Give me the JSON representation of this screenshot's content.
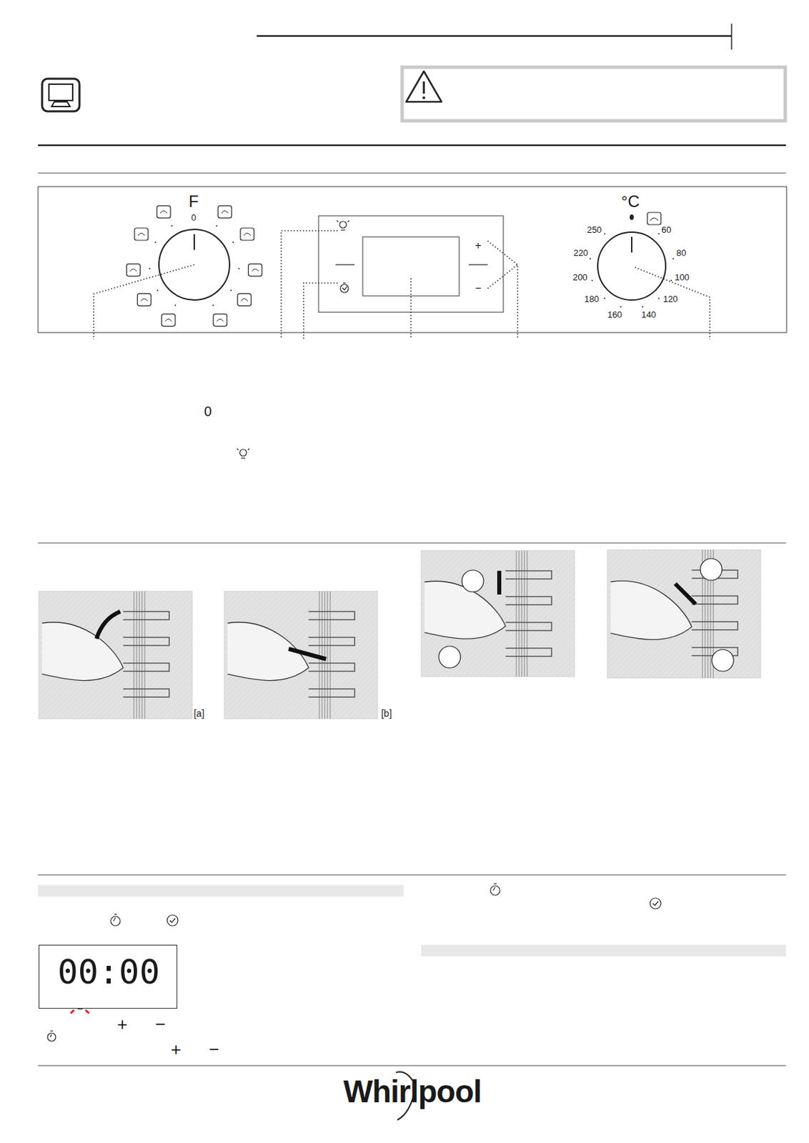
{
  "diagram": {
    "nodes": [
      {
        "text": [
          "00:00"
        ]
      }
    ],
    "edges": [],
    "labels": [
      "F",
      "0",
      "°C",
      "250",
      "220",
      "200",
      "180",
      "160",
      "140",
      "120",
      "100",
      "80",
      "60",
      "+",
      "−",
      "0",
      "[a]",
      "[b]",
      "+",
      "−",
      "+",
      "−",
      "Whirlpool"
    ]
  }
}
